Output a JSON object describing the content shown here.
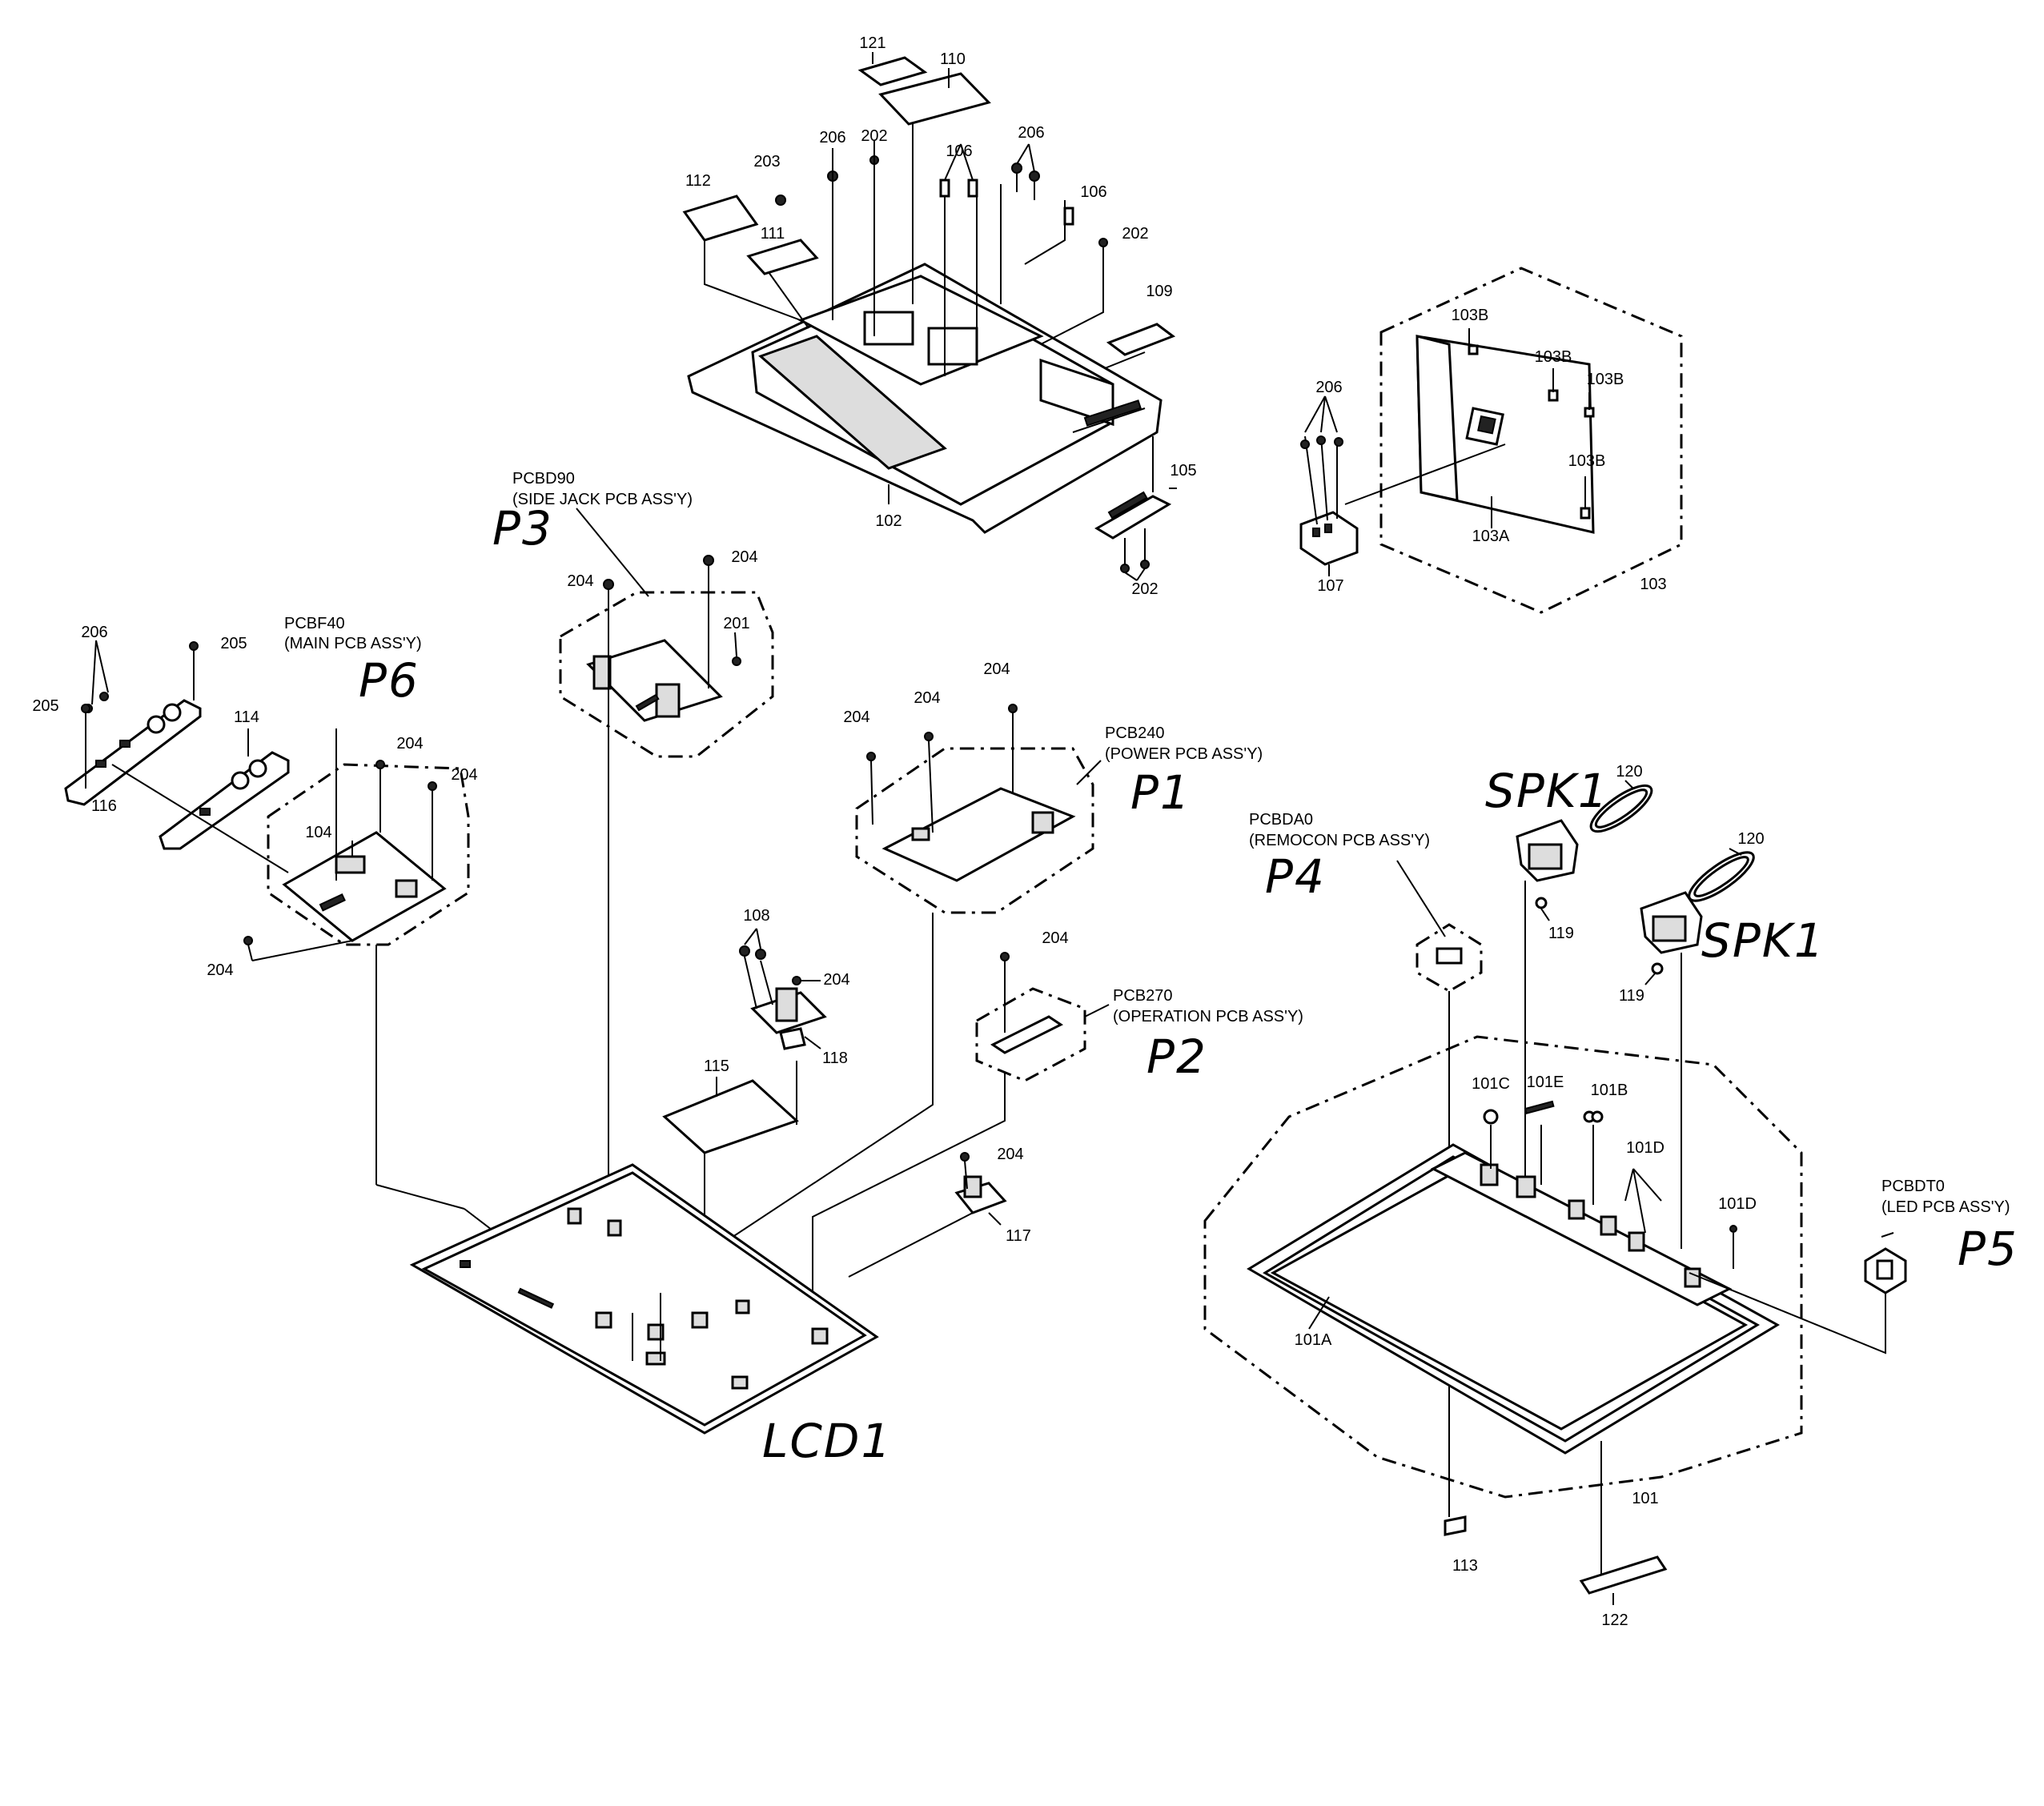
{
  "part_numbers": {
    "p121": "121",
    "p110": "110",
    "p206a": "206",
    "p202a": "202",
    "p106a": "106",
    "p206b": "206",
    "p203": "203",
    "p112": "112",
    "p111": "111",
    "p106b": "106",
    "p202b": "202",
    "p109": "109",
    "p105": "105",
    "p102": "102",
    "p202c": "202",
    "p103B1": "103B",
    "p103B2": "103B",
    "p103B3": "103B",
    "p103B4": "103B",
    "p206c": "206",
    "p103A": "103A",
    "p103": "103",
    "p107": "107",
    "p204a": "204",
    "p204b": "204",
    "p201": "201",
    "p206d": "206",
    "p205a": "205",
    "p205b": "205",
    "p114": "114",
    "p116": "116",
    "p204c": "204",
    "p204d": "204",
    "p104": "104",
    "p204e": "204",
    "p204f": "204",
    "p204g": "204",
    "p204h": "204",
    "p120a": "120",
    "p120b": "120",
    "p119a": "119",
    "p119b": "119",
    "p108": "108",
    "p204i": "204",
    "p118": "118",
    "p115": "115",
    "p204j": "204",
    "p204k": "204",
    "p117": "117",
    "p101C": "101C",
    "p101E": "101E",
    "p101B": "101B",
    "p101D1": "101D",
    "p101D2": "101D",
    "p101A": "101A",
    "p101": "101",
    "p113": "113",
    "p122": "122"
  },
  "assemblies": {
    "side_jack_code": "PCBD90",
    "side_jack_name": "(SIDE JACK PCB ASS'Y)",
    "main_code": "PCBF40",
    "main_name": "(MAIN PCB ASS'Y)",
    "power_code": "PCB240",
    "power_name": "(POWER PCB ASS'Y)",
    "remocon_code": "PCBDA0",
    "remocon_name": "(REMOCON PCB ASS'Y)",
    "operation_code": "PCB270",
    "operation_name": "(OPERATION PCB ASS'Y)",
    "led_code": "PCBDT0",
    "led_name": "(LED PCB ASS'Y)"
  },
  "handwritten": {
    "p3": "P3",
    "p6": "P6",
    "p1": "P1",
    "p4": "P4",
    "p2": "P2",
    "p5": "P5",
    "spk1a": "SPK1",
    "spk1b": "SPK1",
    "lcd1": "LCD1"
  }
}
